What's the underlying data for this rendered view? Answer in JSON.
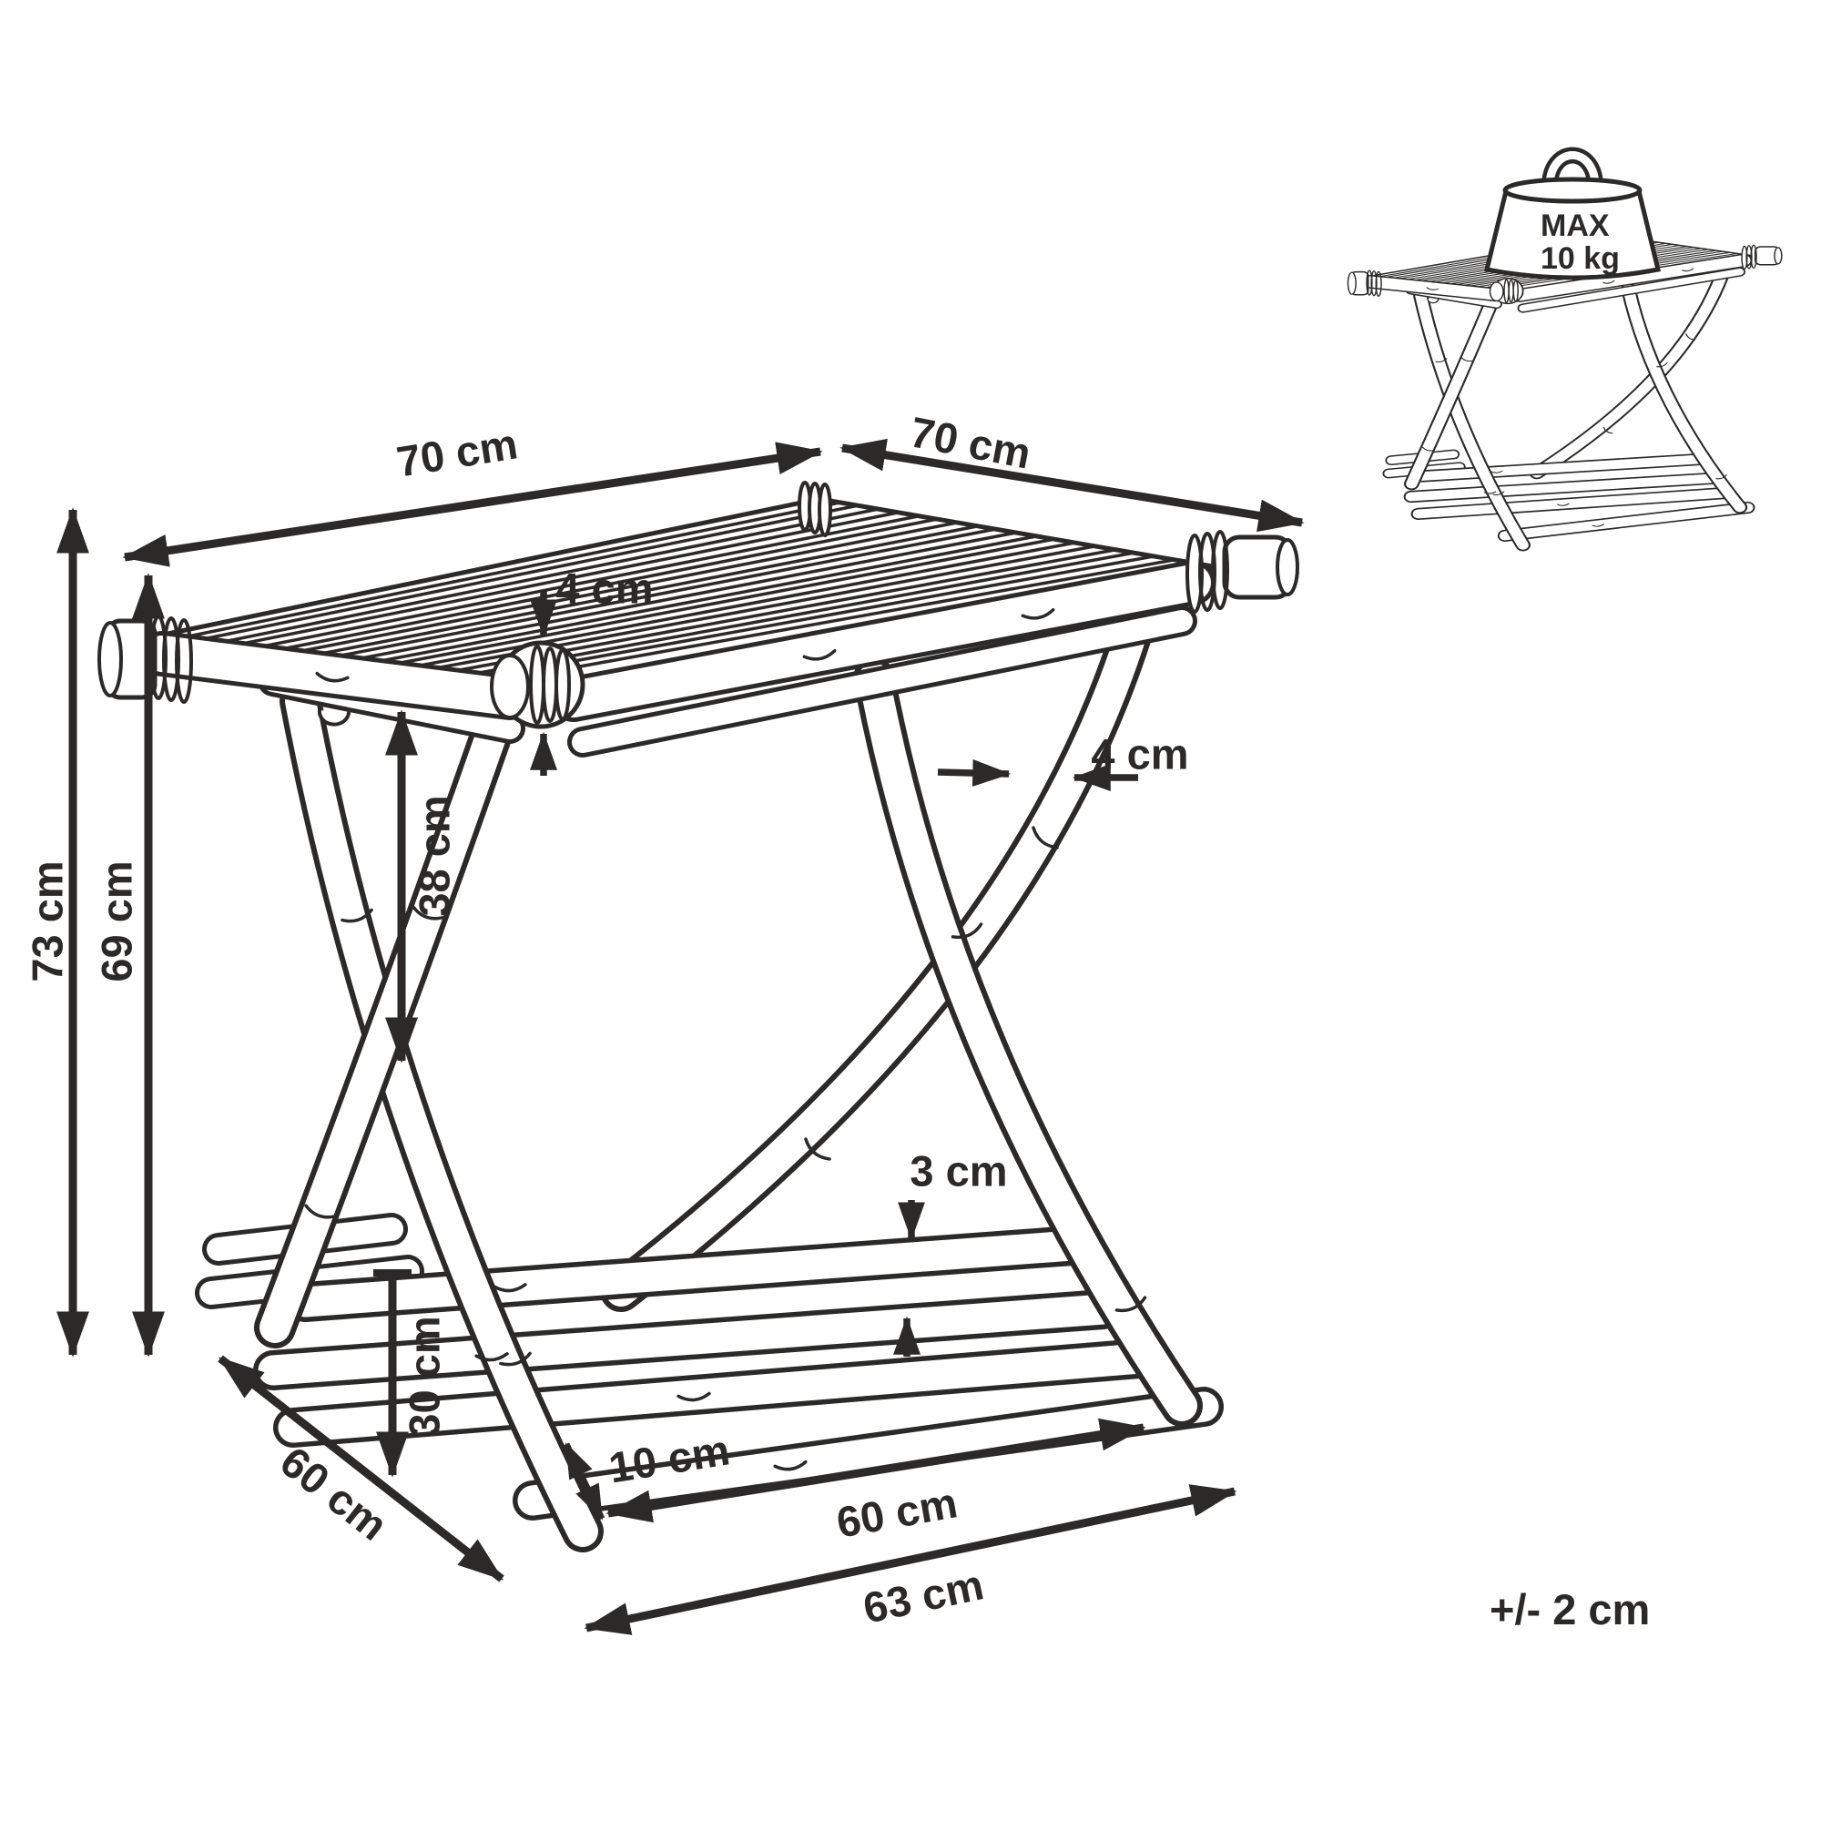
{
  "diagram": {
    "dimensions": {
      "top_width": "70 cm",
      "top_depth": "70 cm",
      "top_thickness": "4 cm",
      "leg_diameter": "4 cm",
      "top_to_shelf": "38 cm",
      "total_height": "73 cm",
      "height_under_top": "69 cm",
      "shelf_tube_thickness": "3 cm",
      "shelf_height": "30 cm",
      "foot_length": "10 cm",
      "shelf_width": "60 cm",
      "base_width": "63 cm",
      "base_depth": "60 cm"
    },
    "load_limit": {
      "line1": "MAX",
      "line2": "10 kg"
    },
    "tolerance_note": "+/- 2 cm",
    "colors": {
      "ink": "#2b2a29",
      "background": "#ffffff"
    }
  }
}
